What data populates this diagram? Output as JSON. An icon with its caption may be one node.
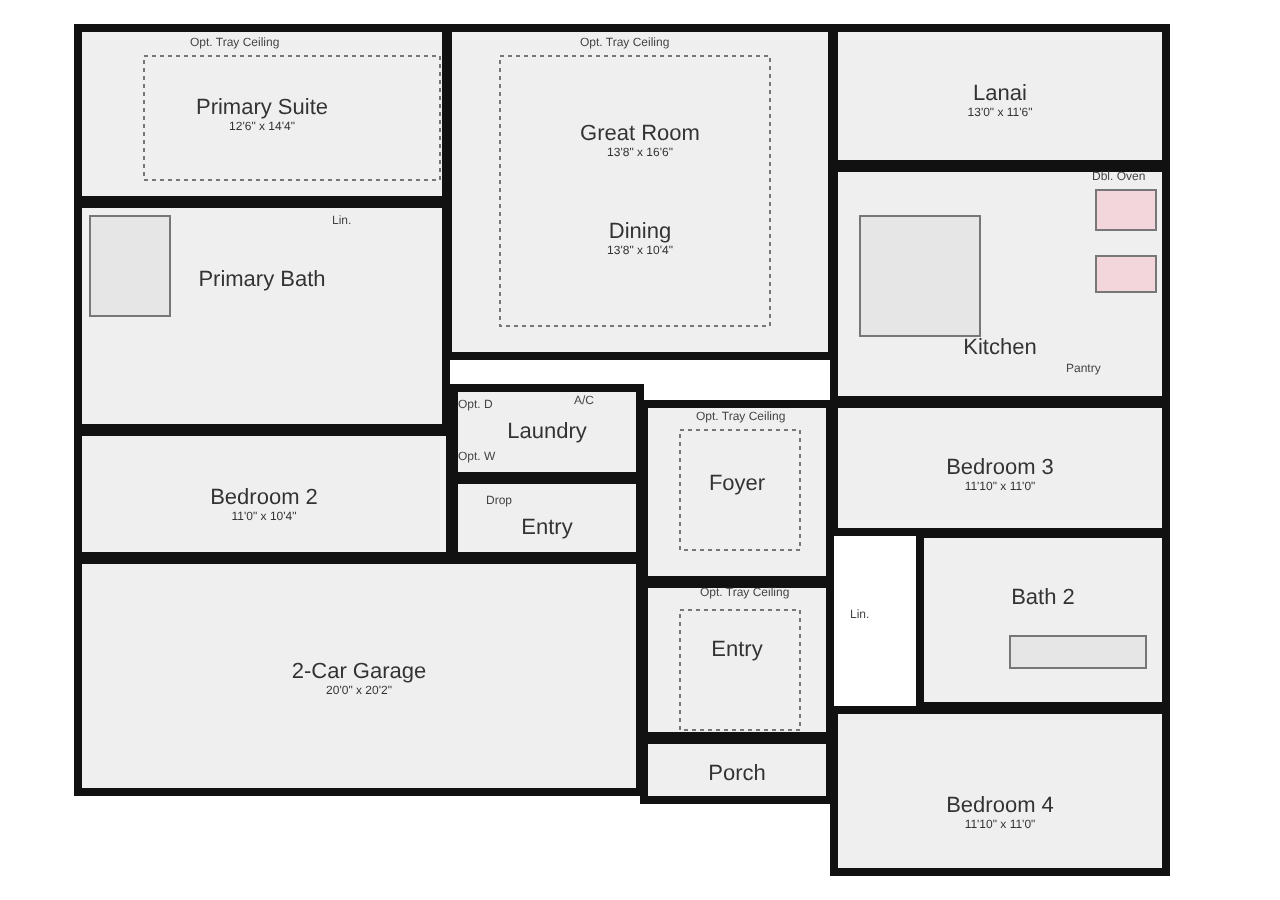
{
  "diagram": {
    "nodes": [
      {
        "text": [
          "Primary Suite",
          "12'6\" x 14'4\""
        ]
      },
      {
        "text": [
          "Great Room",
          "13'8\" x 16'6\""
        ]
      },
      {
        "text": [
          "Lanai",
          "13'0\" x 11'6\""
        ]
      },
      {
        "text": [
          "Dining",
          "13'8\" x 10'4\""
        ]
      },
      {
        "text": [
          "Primary Bath"
        ]
      },
      {
        "text": [
          "Kitchen"
        ]
      },
      {
        "text": [
          "Laundry"
        ]
      },
      {
        "text": [
          "Bedroom 3",
          "11'10\" x 11'0\""
        ]
      },
      {
        "text": [
          "Bedroom 2",
          "11'0\" x 10'4\""
        ]
      },
      {
        "text": [
          "Foyer"
        ]
      },
      {
        "text": [
          "Entry"
        ]
      },
      {
        "text": [
          "Bath 2"
        ]
      },
      {
        "text": [
          "2-Car Garage",
          "20'0\" x 20'2\""
        ]
      },
      {
        "text": [
          "Entry"
        ]
      },
      {
        "text": [
          "Porch"
        ]
      },
      {
        "text": [
          "Bedroom 4",
          "11'10\" x 11'0\""
        ]
      }
    ],
    "labels": [
      "Opt. Tray Ceiling",
      "Opt. Tray Ceiling",
      "Lin.",
      "Dbl. Oven",
      "A/C",
      "Pantry",
      "Opt. D",
      "Opt. Tray Ceiling",
      "Opt. W",
      "Drop",
      "Opt. Tray Ceiling",
      "Lin."
    ]
  }
}
